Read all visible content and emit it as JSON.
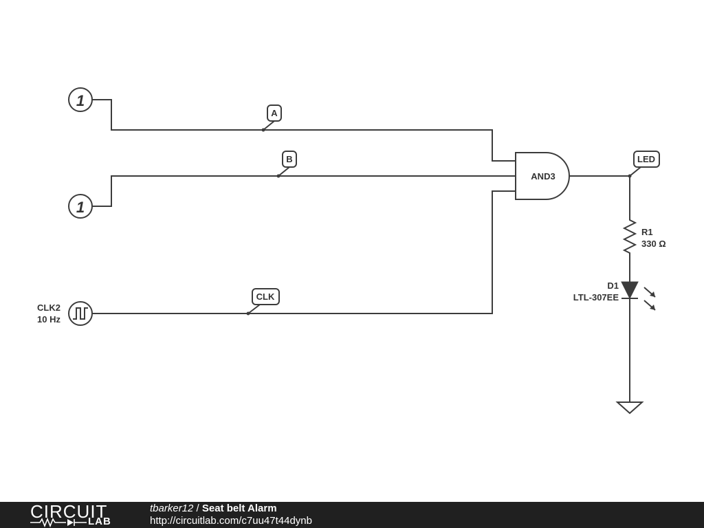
{
  "inputs": [
    {
      "symbol": "1"
    },
    {
      "symbol": "1"
    }
  ],
  "clock": {
    "name": "CLK2",
    "freq": "10 Hz"
  },
  "net_labels": {
    "a": "A",
    "b": "B",
    "clk": "CLK",
    "led": "LED"
  },
  "gate": {
    "label": "AND3"
  },
  "resistor": {
    "ref": "R1",
    "value": "330 Ω"
  },
  "diode": {
    "ref": "D1",
    "part": "LTL-307EE"
  },
  "footer": {
    "logo_top": "CIRCUIT",
    "logo_bottom": "LAB",
    "author": "tbarker12",
    "separator": "/",
    "title": "Seat belt Alarm",
    "url": "http://circuitlab.com/c7uu47t44dynb"
  }
}
